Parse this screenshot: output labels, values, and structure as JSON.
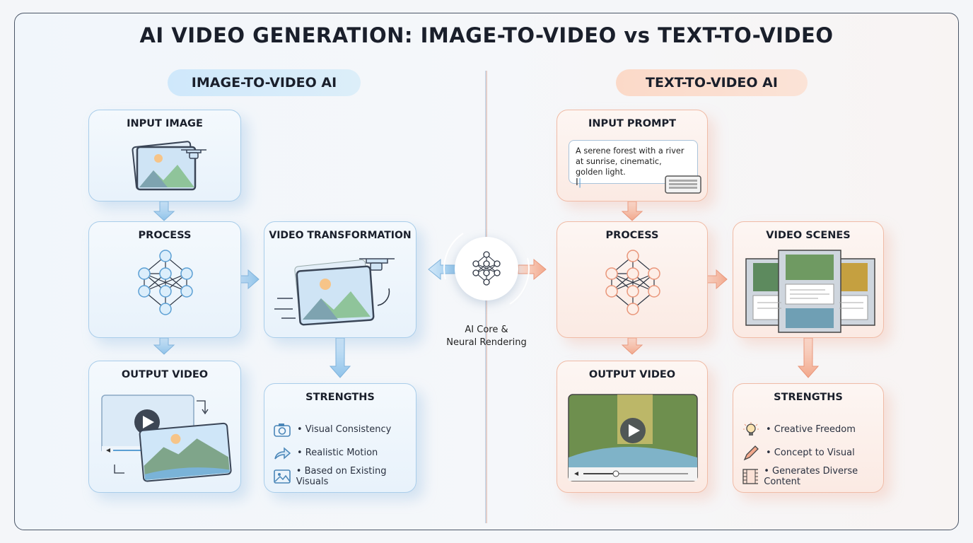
{
  "title": "AI VIDEO GENERATION: IMAGE-TO-VIDEO vs TEXT-TO-VIDEO",
  "left": {
    "heading": "IMAGE-TO-VIDEO AI",
    "accent": "#8fc3ea",
    "input_title": "INPUT IMAGE",
    "process_title": "PROCESS",
    "transform_title": "VIDEO TRANSFORMATION",
    "output_title": "OUTPUT VIDEO",
    "strengths_title": "STRENGTHS",
    "strengths": [
      {
        "icon": "camera-icon",
        "label": "• Visual Consistency"
      },
      {
        "icon": "arrow-forward-icon",
        "label": "• Realistic Motion"
      },
      {
        "icon": "image-icon",
        "label": "• Based on Existing Visuals"
      }
    ]
  },
  "center": {
    "core_label_1": "AI Core &",
    "core_label_2": "Neural Rendering",
    "icon": "neural-network-icon"
  },
  "right": {
    "heading": "TEXT-TO-VIDEO AI",
    "accent": "#f2a88c",
    "input_title": "INPUT PROMPT",
    "prompt_text": "A serene forest with a river at sunrise, cinematic, golden light.",
    "process_title": "PROCESS",
    "scenes_title": "VIDEO SCENES",
    "output_title": "OUTPUT VIDEO",
    "strengths_title": "STRENGTHS",
    "strengths": [
      {
        "icon": "lightbulb-icon",
        "label": "• Creative Freedom"
      },
      {
        "icon": "pencil-icon",
        "label": "• Concept to Visual"
      },
      {
        "icon": "film-icon",
        "label": "• Generates Diverse Content"
      }
    ]
  }
}
